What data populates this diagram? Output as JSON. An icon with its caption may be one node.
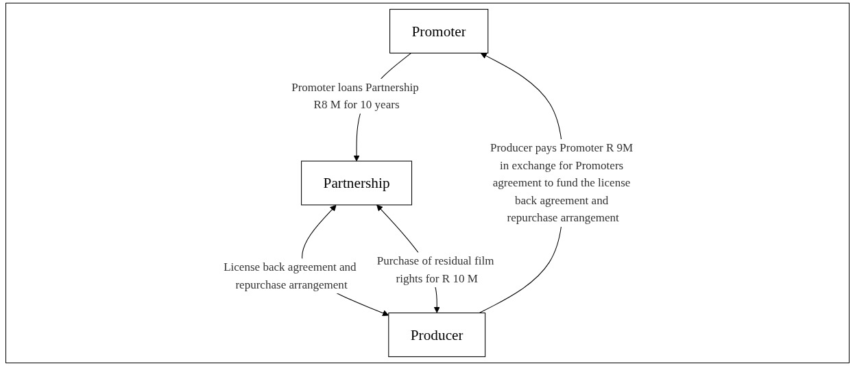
{
  "diagram": {
    "nodes": [
      {
        "text": [
          "Promoter"
        ]
      },
      {
        "text": [
          "Producer"
        ]
      },
      {
        "text": [
          "Partnership"
        ]
      }
    ],
    "edges": [
      {
        "from": 1,
        "to": 0,
        "arrow": "to",
        "label": "Producer pays Promoter R 9M in exchange for Promoters agreement to fund the license back agreement and repurchase arrangement"
      },
      {
        "from": 0,
        "to": 2,
        "arrow": "to",
        "label": "Promoter loans Partnership R8 M for 10 years"
      },
      {
        "from": 2,
        "to": 1,
        "arrow": "both",
        "label": "License back agreement and repurchase arrangement"
      },
      {
        "from": 1,
        "to": 2,
        "arrow": "both",
        "label": "Purchase of residual film rights for R 10 M"
      }
    ]
  }
}
